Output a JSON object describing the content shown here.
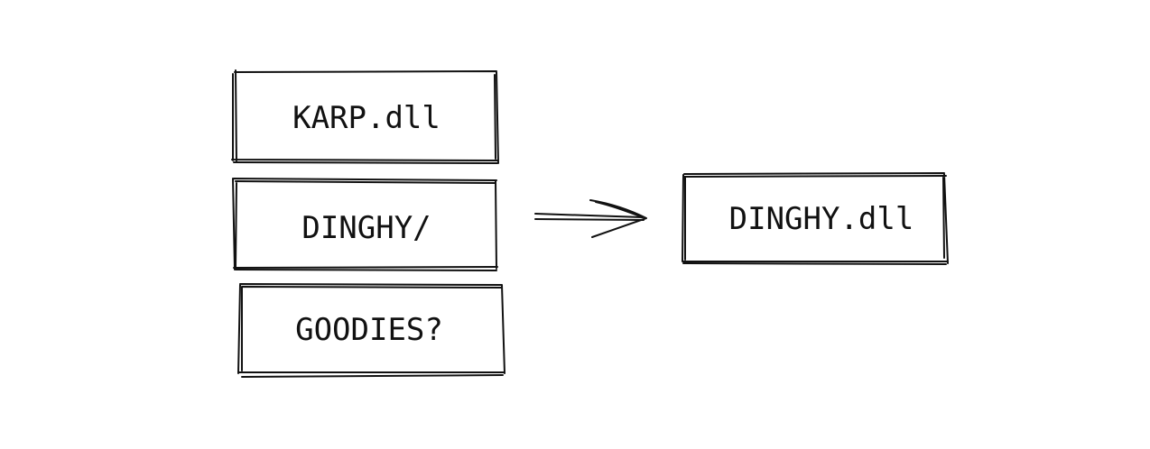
{
  "colors": {
    "ink": "#111111",
    "background": "#ffffff"
  },
  "diagram": {
    "sources": [
      {
        "label": "KARP.dll"
      },
      {
        "label": "DINGHY/"
      },
      {
        "label": "GOODIES?"
      }
    ],
    "target": {
      "label": "DINGHY.dll"
    },
    "arrow": {
      "direction": "right"
    }
  }
}
